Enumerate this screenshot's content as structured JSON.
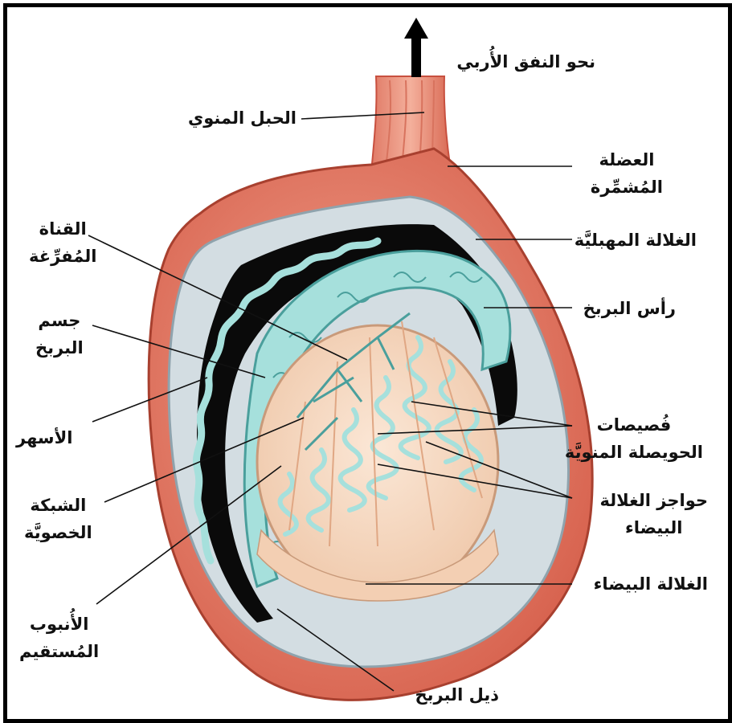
{
  "labels": {
    "inguinal_canal": "نحو النفق الأُربي",
    "spermatic_cord": "الحبل المنوي",
    "cremaster_1": "العضلة",
    "cremaster_2": "المُشمِّرة",
    "vaginalis": "الغلالة المهبليَّة",
    "epididymis_head": "رأس البربخ",
    "lobules_1": "فُصيصات",
    "lobules_2": "الحويصلة المنويَّة",
    "septa_1": "حواجز الغلالة",
    "septa_2": "البيضاء",
    "albuginea": "الغلالة البيضاء",
    "epididymis_tail": "ذيل البربخ",
    "efferent_1": "القناة",
    "efferent_2": "المُفرِّغة",
    "epididymis_body_1": "جسم",
    "epididymis_body_2": "البربخ",
    "vas_deferens": "الأسهر",
    "rete_1": "الشبكة",
    "rete_2": "الخصويَّة",
    "straight_tubule_1": "الأُنبوب",
    "straight_tubule_2": "المُستقيم"
  },
  "colors": {
    "muscle": "#e06e5c",
    "muscle_dark": "#c8503f",
    "tunica_vaginalis": "#d3dde2",
    "cavity": "#0a0a0a",
    "tubule": "#a6e0dc",
    "tubule_edge": "#4a9f9c",
    "testis": "#f6d7bf",
    "leader": "#111111"
  }
}
